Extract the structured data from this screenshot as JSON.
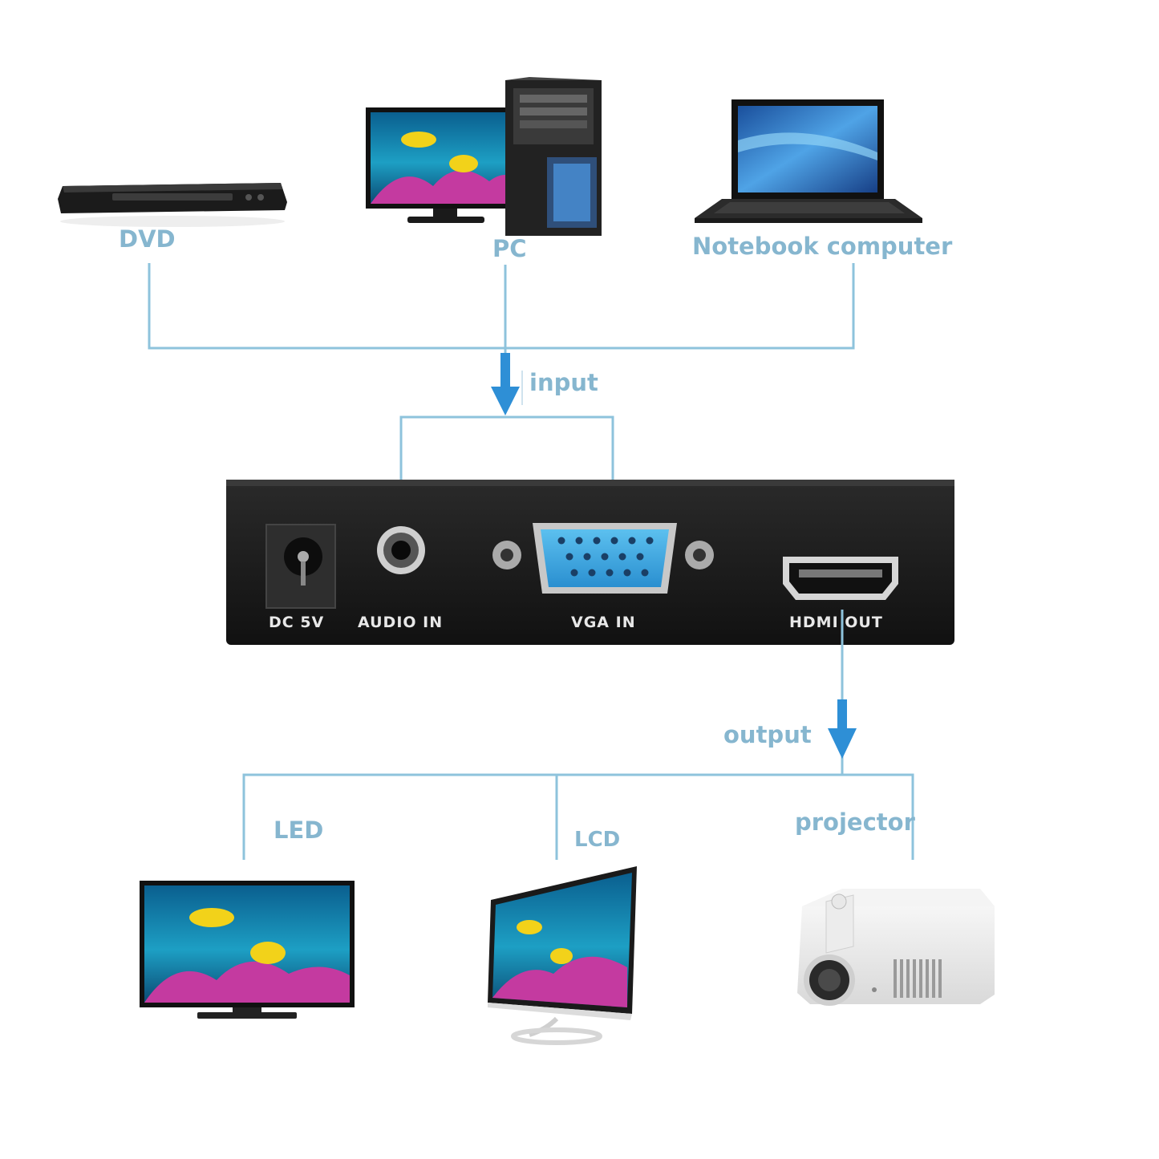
{
  "sources": {
    "dvd_label": "DVD",
    "pc_label": "PC",
    "notebook_label": "Notebook computer"
  },
  "flow": {
    "input_label": "input",
    "output_label": "output"
  },
  "converter": {
    "dc_label": "DC 5V",
    "audio_label": "AUDIO IN",
    "vga_label": "VGA IN",
    "hdmi_label": "HDMI OUT"
  },
  "outputs": {
    "led_label": "LED",
    "lcd_label": "LCD",
    "projector_label": "projector"
  },
  "colors": {
    "line": "#8ec3dc",
    "arrow": "#2e8fd6",
    "label": "#86b6cf",
    "device": "#1c1c1c"
  }
}
